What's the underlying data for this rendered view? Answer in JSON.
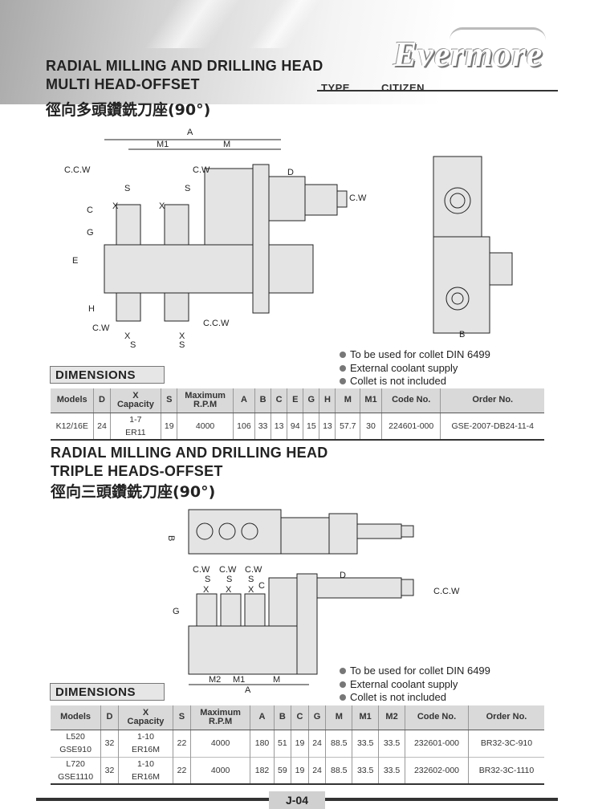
{
  "brand": {
    "logo": "Evermore"
  },
  "header": {
    "title1": "RADIAL MILLING AND DRILLING HEAD",
    "title2": "MULTI HEAD-OFFSET",
    "type_label": "TYPE",
    "type_value": "CITIZEN",
    "cn_title": "徑向多頭鑽銑刀座(90°)"
  },
  "section1": {
    "dims_label": "DIMENSIONS",
    "notes": [
      "To be used for collet DIN 6499",
      "External coolant supply",
      "Collet is not included"
    ],
    "drawing_labels": {
      "A": "A",
      "M1": "M1",
      "M": "M",
      "ccw_top": "C.C.W",
      "cw_top": "C.W",
      "cw_right": "C.W",
      "S": "S",
      "X": "X",
      "C": "C",
      "G": "G",
      "E": "E",
      "H": "H",
      "D": "D",
      "cw_bottom": "C.W",
      "ccw_bottom": "C.C.W",
      "B": "B"
    },
    "table": {
      "headers": [
        "Models",
        "D",
        "X\nCapacity",
        "S",
        "Maximum\nR.P.M",
        "A",
        "B",
        "C",
        "E",
        "G",
        "H",
        "M",
        "M1",
        "Code No.",
        "Order No."
      ],
      "rows": [
        [
          "K12/16E",
          "24",
          "1-7\nER11",
          "19",
          "4000",
          "106",
          "33",
          "13",
          "94",
          "15",
          "13",
          "57.7",
          "30",
          "224601-000",
          "GSE-2007-DB24-11-4"
        ]
      ]
    }
  },
  "section2": {
    "title1": "RADIAL MILLING AND DRILLING HEAD",
    "title2": "TRIPLE HEADS-OFFSET",
    "cn_title": "徑向三頭鑽銑刀座(90°)",
    "dims_label": "DIMENSIONS",
    "notes": [
      "To be used for collet DIN 6499",
      "External coolant supply",
      "Collet is not included"
    ],
    "drawing_labels": {
      "B": "B",
      "cw": "C.W",
      "S": "S",
      "X": "X",
      "C": "C",
      "D": "D",
      "G": "G",
      "ccw": "C.C.W",
      "M2": "M2",
      "M1": "M1",
      "M": "M",
      "A": "A"
    },
    "table": {
      "headers": [
        "Models",
        "D",
        "X\nCapacity",
        "S",
        "Maximum\nR.P.M",
        "A",
        "B",
        "C",
        "G",
        "M",
        "M1",
        "M2",
        "Code No.",
        "Order No."
      ],
      "rows": [
        [
          "L520\nGSE910",
          "32",
          "1-10\nER16M",
          "22",
          "4000",
          "180",
          "51",
          "19",
          "24",
          "88.5",
          "33.5",
          "33.5",
          "232601-000",
          "BR32-3C-910"
        ],
        [
          "L720\nGSE1110",
          "32",
          "1-10\nER16M",
          "22",
          "4000",
          "182",
          "59",
          "19",
          "24",
          "88.5",
          "33.5",
          "33.5",
          "232602-000",
          "BR32-3C-1110"
        ]
      ]
    }
  },
  "footer": {
    "page": "J-04"
  },
  "colors": {
    "part_fill": "#e0e0e0",
    "part_stroke": "#222",
    "header_gray": "#d9d9d9"
  }
}
